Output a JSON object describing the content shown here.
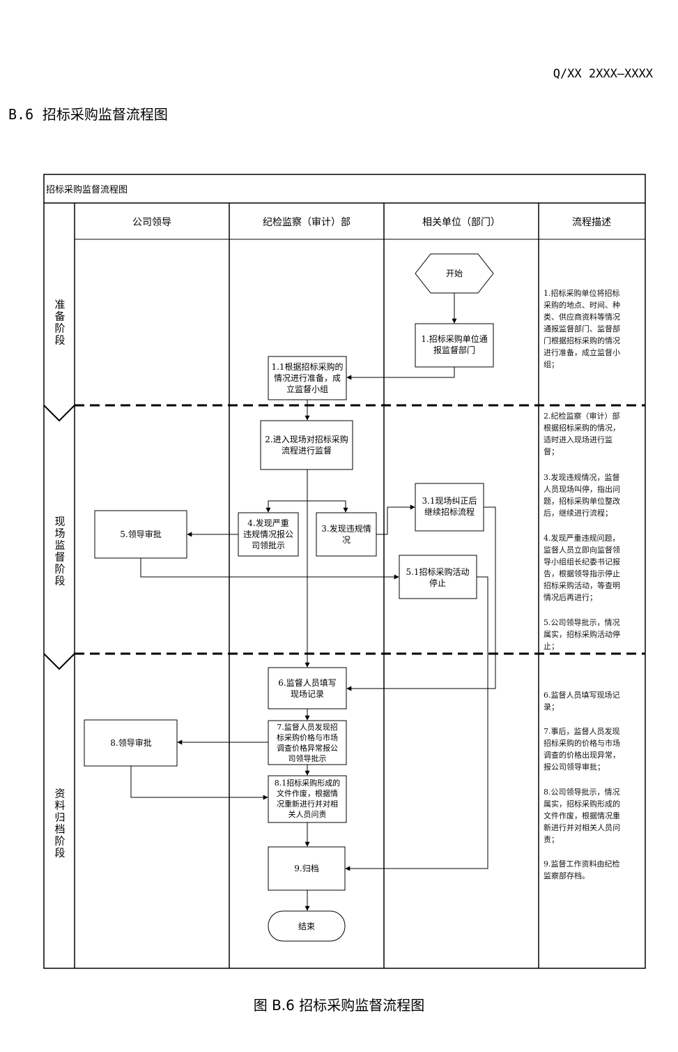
{
  "doc_number": "Q/XX 2XXX—XXXX",
  "section": {
    "number": "B.6",
    "title": "招标采购监督流程图"
  },
  "caption": "图 B.6  招标采购监督流程图",
  "diagram": {
    "title": "招标采购监督流程图",
    "lanes": [
      "公司领导",
      "纪检监察（审计）部",
      "相关单位（部门）",
      "流程描述"
    ],
    "stages": [
      "准备阶段",
      "现场监督阶段",
      "资料归档阶段"
    ],
    "nodes": {
      "start": "开始",
      "n1": [
        "1.招标采购单位通",
        "报监督部门"
      ],
      "n1_1": [
        "1.1根据招标采购的",
        "情况进行准备，成",
        "立监督小组"
      ],
      "n2": [
        "2.进入现场对招标采购",
        "流程进行监督"
      ],
      "n3_1": [
        "3.1现场纠正后",
        "继续招标流程"
      ],
      "n3": [
        "3.发现违规情",
        "况"
      ],
      "n4": [
        "4.发现严重",
        "违规情况报公",
        "司领批示"
      ],
      "n5": "5.领导审批",
      "n5_1": [
        "5.1招标采购活动",
        "停止"
      ],
      "n6": [
        "6.监督人员填写",
        "现场记录"
      ],
      "n7": [
        "7.监督人员发现招",
        "标采购价格与市场",
        "调查价格异常报公",
        "司领导批示"
      ],
      "n8": "8.领导审批",
      "n8_1": [
        "8.1招标采购形成的",
        "文件作废，根据情",
        "况重新进行并对相",
        "关人员问责"
      ],
      "n9": "9.归档",
      "end": "结束"
    },
    "descriptions": {
      "d1": [
        "1.招标采购单位将招标",
        "采购的地点、时间、种",
        "类、供应商资料等情况",
        "通报监督部门、监督部",
        "门根据招标采购的情况",
        "进行准备，成立监督小",
        "组；"
      ],
      "d2": [
        "2.纪检监察（审计）部",
        "根据招标采购的情况，",
        "适时进入现场进行监",
        "督；"
      ],
      "d3": [
        "3.发现违规情况，监督",
        "人员现场叫停，指出问",
        "题，招标采购单位整改",
        "后，继续进行流程；"
      ],
      "d4": [
        "4.发现严重违规问题，",
        "监督人员立即向监督领",
        "导小组组长纪委书记报",
        "告，根据领导指示停止",
        "招标采购活动，等查明",
        "情况后再进行；"
      ],
      "d5": [
        "5.公司领导批示，情况",
        "属实，招标采购活动停",
        "止；"
      ],
      "d6": [
        "6.监督人员填写现场记",
        "录；"
      ],
      "d7": [
        "7.事后，监督人员发现",
        "招标采购的价格与市场",
        "调查的价格出现异常，",
        "报公司领导审批；"
      ],
      "d8": [
        "8.公司领导批示，情况",
        "属实，招标采购形成的",
        "文件作废，根据情况重",
        "新进行并对相关人员问",
        "责；"
      ],
      "d9": [
        "9.监督工作资料由纪检",
        "监察部存档。"
      ]
    }
  }
}
